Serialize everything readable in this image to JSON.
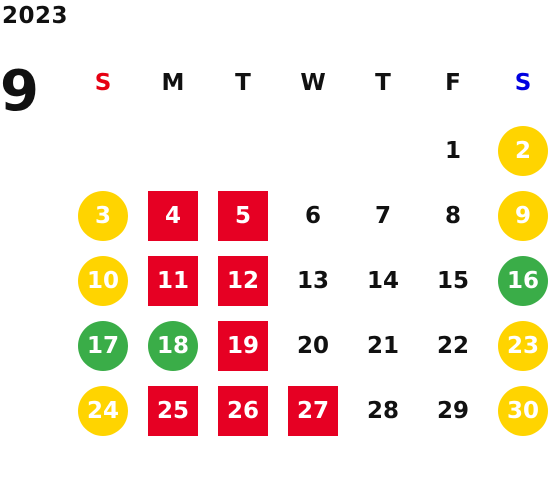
{
  "calendar": {
    "year": "2023",
    "month": "9",
    "colors": {
      "sunday_header": "#e60012",
      "saturday_header": "#0000e0",
      "weekend": "#ffd400",
      "holiday": "#3aad48",
      "closed": "#e60023"
    },
    "weekdays": [
      {
        "label": "S",
        "kind": "sun"
      },
      {
        "label": "M",
        "kind": ""
      },
      {
        "label": "T",
        "kind": ""
      },
      {
        "label": "W",
        "kind": ""
      },
      {
        "label": "T",
        "kind": ""
      },
      {
        "label": "F",
        "kind": ""
      },
      {
        "label": "S",
        "kind": "sat"
      }
    ],
    "weeks": [
      [
        {
          "day": "",
          "type": "empty"
        },
        {
          "day": "",
          "type": "empty"
        },
        {
          "day": "",
          "type": "empty"
        },
        {
          "day": "",
          "type": "empty"
        },
        {
          "day": "",
          "type": "empty"
        },
        {
          "day": "1",
          "type": "normal"
        },
        {
          "day": "2",
          "type": "weekend"
        }
      ],
      [
        {
          "day": "3",
          "type": "weekend"
        },
        {
          "day": "4",
          "type": "closed"
        },
        {
          "day": "5",
          "type": "closed"
        },
        {
          "day": "6",
          "type": "normal"
        },
        {
          "day": "7",
          "type": "normal"
        },
        {
          "day": "8",
          "type": "normal"
        },
        {
          "day": "9",
          "type": "weekend"
        }
      ],
      [
        {
          "day": "10",
          "type": "weekend"
        },
        {
          "day": "11",
          "type": "closed"
        },
        {
          "day": "12",
          "type": "closed"
        },
        {
          "day": "13",
          "type": "normal"
        },
        {
          "day": "14",
          "type": "normal"
        },
        {
          "day": "15",
          "type": "normal"
        },
        {
          "day": "16",
          "type": "holiday"
        }
      ],
      [
        {
          "day": "17",
          "type": "holiday"
        },
        {
          "day": "18",
          "type": "holiday"
        },
        {
          "day": "19",
          "type": "closed"
        },
        {
          "day": "20",
          "type": "normal"
        },
        {
          "day": "21",
          "type": "normal"
        },
        {
          "day": "22",
          "type": "normal"
        },
        {
          "day": "23",
          "type": "weekend"
        }
      ],
      [
        {
          "day": "24",
          "type": "weekend"
        },
        {
          "day": "25",
          "type": "closed"
        },
        {
          "day": "26",
          "type": "closed"
        },
        {
          "day": "27",
          "type": "closed"
        },
        {
          "day": "28",
          "type": "normal"
        },
        {
          "day": "29",
          "type": "normal"
        },
        {
          "day": "30",
          "type": "weekend"
        }
      ]
    ]
  }
}
